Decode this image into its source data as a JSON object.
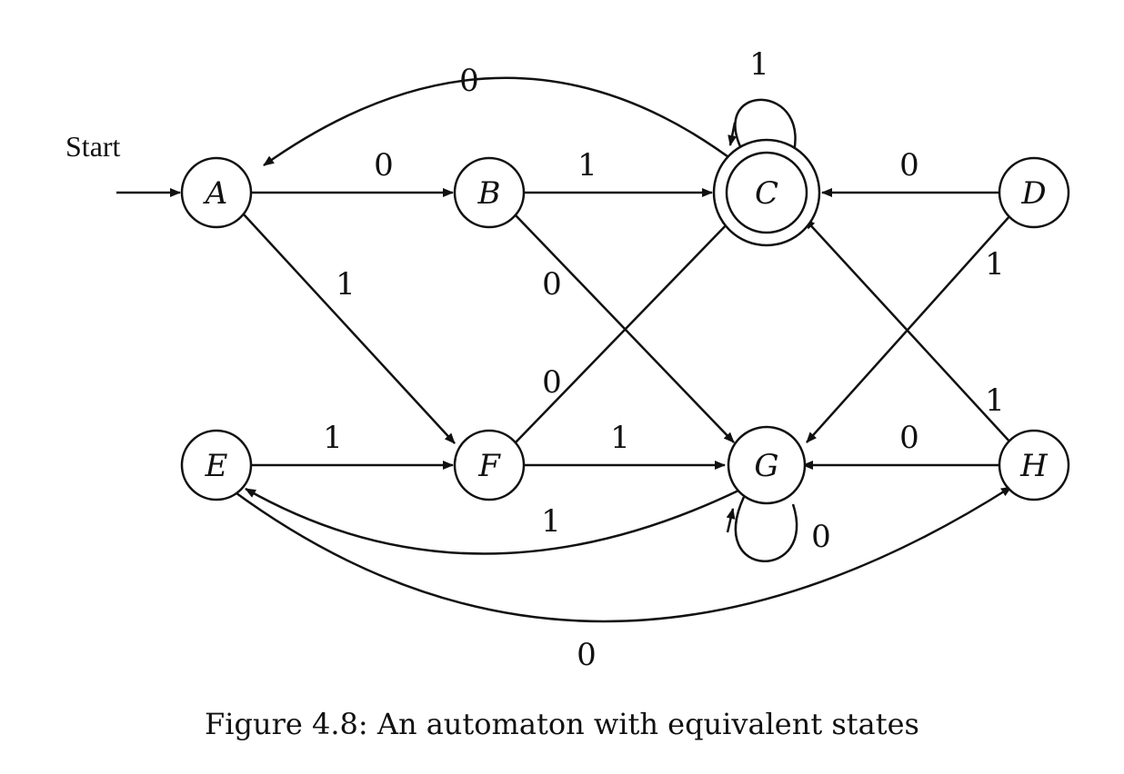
{
  "start_label": "Start",
  "caption": "Figure 4.8: An automaton with equivalent states",
  "states": {
    "A": {
      "label": "A",
      "accepting": false,
      "start": true
    },
    "B": {
      "label": "B",
      "accepting": false,
      "start": false
    },
    "C": {
      "label": "C",
      "accepting": true,
      "start": false
    },
    "D": {
      "label": "D",
      "accepting": false,
      "start": false
    },
    "E": {
      "label": "E",
      "accepting": false,
      "start": false
    },
    "F": {
      "label": "F",
      "accepting": false,
      "start": false
    },
    "G": {
      "label": "G",
      "accepting": false,
      "start": false
    },
    "H": {
      "label": "H",
      "accepting": false,
      "start": false
    }
  },
  "transitions": {
    "C_A_0": "0",
    "A_B_0": "0",
    "B_C_1": "1",
    "C_C_1": "1",
    "D_C_0": "0",
    "A_F_1": "1",
    "B_G_0": "0",
    "F_C_0": "0",
    "D_G_1": "1",
    "H_C_1": "1",
    "E_F_1": "1",
    "F_G_1": "1",
    "H_G_0": "0",
    "G_E_1": "1",
    "G_G_0": "0",
    "E_H_0": "0"
  }
}
